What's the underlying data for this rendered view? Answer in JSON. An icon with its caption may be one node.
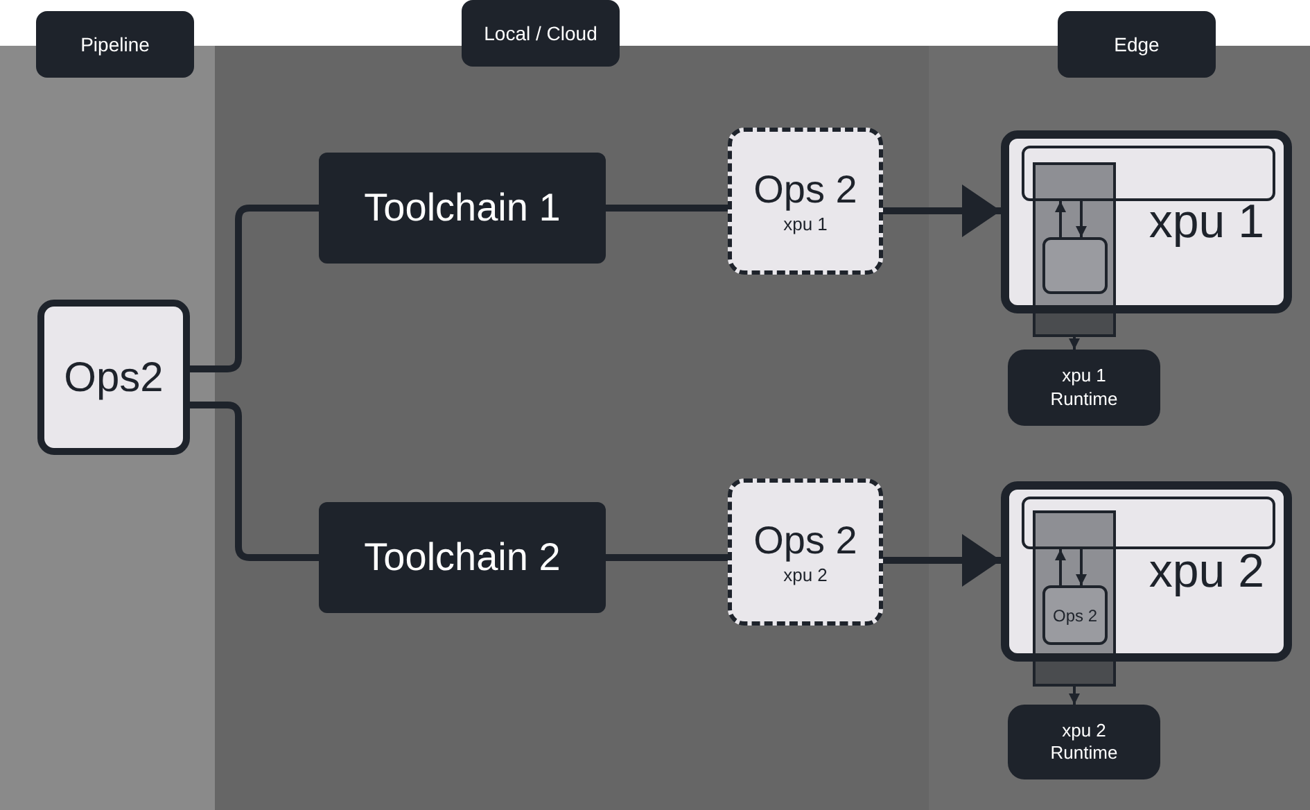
{
  "diagram": {
    "nodes": [
      {
        "text": [
          "Pipeline"
        ]
      },
      {
        "text": [
          "Local / Cloud"
        ]
      },
      {
        "text": [
          "Edge"
        ]
      },
      {
        "text": [
          "Ops2"
        ]
      },
      {
        "text": [
          "Toolchain 1"
        ]
      },
      {
        "text": [
          "Toolchain 2"
        ]
      },
      {
        "text": [
          "Ops 2",
          "xpu 1"
        ]
      },
      {
        "text": [
          "Ops 2",
          "xpu 2"
        ]
      },
      {
        "text": [
          "xpu 1"
        ]
      },
      {
        "text": [],
        "shape": "box",
        "in": 8
      },
      {
        "text": [],
        "shape": "bar"
      },
      {
        "text": [],
        "shape": "box",
        "in": 10
      },
      {
        "text": [
          "xpu 1 Runtime"
        ]
      },
      {
        "text": [
          "xpu 2"
        ]
      },
      {
        "text": [],
        "shape": "box",
        "in": 13
      },
      {
        "text": [],
        "shape": "bar"
      },
      {
        "text": [
          "Ops 2"
        ],
        "in": 15
      },
      {
        "text": [
          "xpu 2 Runtime"
        ]
      }
    ],
    "edges": [
      {
        "from": 3,
        "to": 4,
        "arrow": "none",
        "style": "thick"
      },
      {
        "from": 3,
        "to": 5,
        "arrow": "none",
        "style": "thick"
      },
      {
        "from": 4,
        "to": 6,
        "arrow": "none",
        "style": "thick"
      },
      {
        "from": 5,
        "to": 7,
        "arrow": "none",
        "style": "thick"
      },
      {
        "from": 6,
        "to": 8,
        "arrow": "to",
        "style": "thick"
      },
      {
        "from": 7,
        "to": 13,
        "arrow": "to",
        "style": "thick"
      },
      {
        "from": 11,
        "to": 9,
        "arrow": "to"
      },
      {
        "from": 9,
        "to": 11,
        "arrow": "to"
      },
      {
        "from": 10,
        "to": 12,
        "arrow": "to"
      },
      {
        "from": 16,
        "to": 14,
        "arrow": "to"
      },
      {
        "from": 14,
        "to": 16,
        "arrow": "to"
      },
      {
        "from": 15,
        "to": 17,
        "arrow": "to"
      }
    ]
  }
}
